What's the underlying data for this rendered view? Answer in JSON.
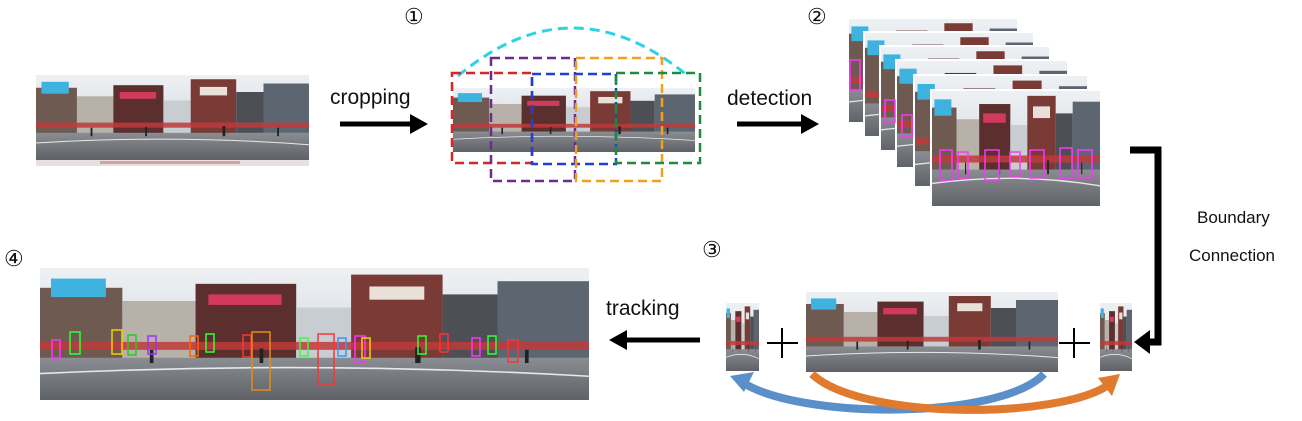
{
  "steps": {
    "one": "①",
    "two": "②",
    "three": "③",
    "four": "④"
  },
  "labels": {
    "cropping": "cropping",
    "detection": "detection",
    "tracking": "tracking",
    "boundary": "Boundary",
    "connection": "Connection"
  },
  "colors": {
    "crop_red": "#d62728",
    "crop_purple": "#6a2c91",
    "crop_blue": "#1f3fd6",
    "crop_orange": "#f0a020",
    "crop_green": "#1e8a3c",
    "arc_cyan": "#29d4e6",
    "detect_box": "#ff33ff",
    "curve_blue": "#5b8fc9",
    "curve_orange": "#e07a2e"
  },
  "icons": {
    "plus": "plus-icon",
    "arrow": "arrow-right-icon"
  }
}
